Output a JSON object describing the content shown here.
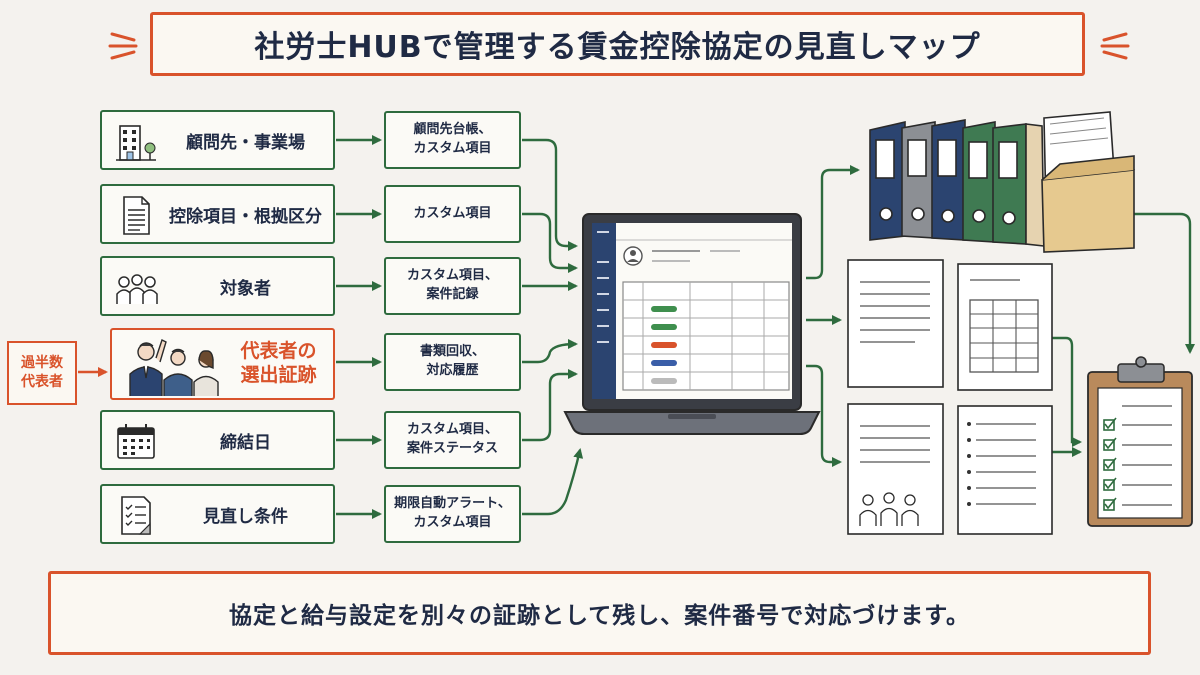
{
  "title": "社労士HUBで管理する賃金控除協定の見直しマップ",
  "side_note": "過半数\n代表者",
  "sources": [
    {
      "label": "顧問先・事業場",
      "icon": "building-icon"
    },
    {
      "label": "控除項目・根拠区分",
      "icon": "document-icon"
    },
    {
      "label": "対象者",
      "icon": "people-icon"
    },
    {
      "label": "代表者の\n選出証跡",
      "icon": "representatives-icon"
    },
    {
      "label": "締結日",
      "icon": "calendar-icon"
    },
    {
      "label": "見直し条件",
      "icon": "checklist-icon"
    }
  ],
  "destinations": [
    "顧問先台帳、\nカスタム項目",
    "カスタム項目",
    "カスタム項目、\n案件記録",
    "書類回収、\n対応履歴",
    "カスタム項目、\n案件ステータス",
    "期限自動アラート、\nカスタム項目"
  ],
  "footer": "協定と給与設定を別々の証跡として残し、案件番号で対応づけます。",
  "colors": {
    "accent": "#d9532b",
    "arrow": "#2e6b3e",
    "ink": "#1f2a44",
    "navy": "#2b4470"
  }
}
